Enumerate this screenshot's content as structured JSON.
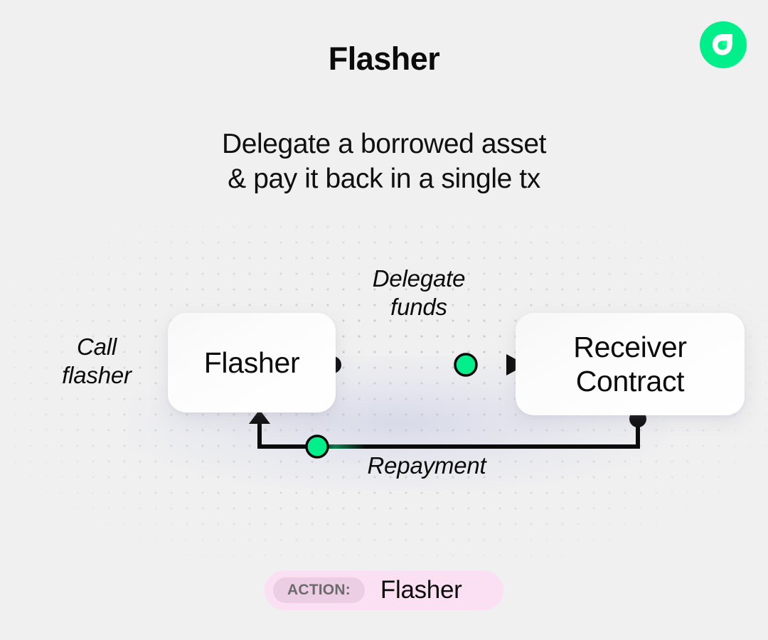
{
  "header": {
    "title": "Flasher",
    "logo_icon": "flow-logo-icon",
    "logo_color": "#00ef8b"
  },
  "subtitle": {
    "line1": "Delegate a borrowed asset",
    "line2": "& pay it back in a single tx"
  },
  "diagram": {
    "nodes": [
      {
        "id": "flasher",
        "label": "Flasher"
      },
      {
        "id": "receiver",
        "label": "Receiver\nContract"
      }
    ],
    "labels": {
      "call_flasher": "Call\nflasher",
      "delegate_funds": "Delegate\nfunds",
      "repayment": "Repayment"
    },
    "colors": {
      "accent_green": "#00ef8b",
      "edge_black": "#0b0b0b",
      "background": "#f0f0f0",
      "dot_grid": "#c9c9c9"
    }
  },
  "action_badge": {
    "chip_label": "ACTION:",
    "value": "Flasher",
    "pill_color": "#fae0f2",
    "chip_color": "#eccee4"
  }
}
